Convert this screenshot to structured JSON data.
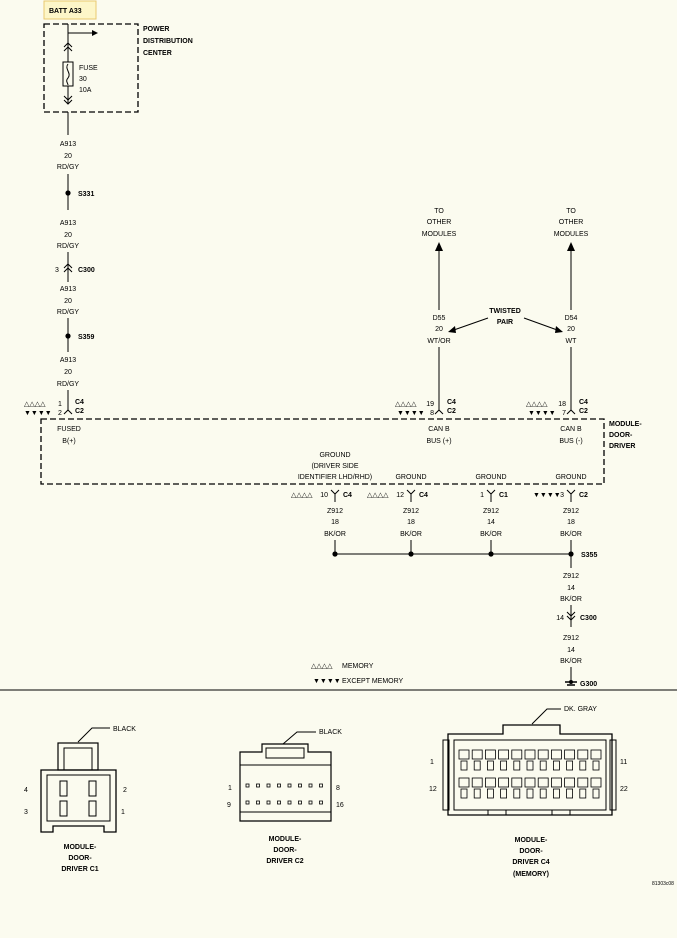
{
  "batt": "BATT A33",
  "pdc": [
    "POWER",
    "DISTRIBUTION",
    "CENTER"
  ],
  "fuse": [
    "FUSE",
    "30",
    "10A"
  ],
  "wire_a913": [
    "A913",
    "20",
    "RD/GY"
  ],
  "s331": "S331",
  "s359": "S359",
  "c300_top": {
    "pin": "3",
    "name": "C300"
  },
  "fused": {
    "pin_c4": "1",
    "pin_c2": "2",
    "c4": "C4",
    "c2": "C2",
    "label": [
      "FUSED",
      "B(+)"
    ]
  },
  "to_other": [
    "TO",
    "OTHER",
    "MODULES"
  ],
  "twisted": [
    "TWISTED",
    "PAIR"
  ],
  "d55": [
    "D55",
    "20",
    "WT/OR"
  ],
  "d54": [
    "D54",
    "20",
    "WT"
  ],
  "canp": {
    "pin_c4": "19",
    "pin_c2": "8",
    "c4": "C4",
    "c2": "C2",
    "label": [
      "CAN B",
      "BUS (+)"
    ]
  },
  "canm": {
    "pin_c4": "18",
    "pin_c2": "7",
    "c4": "C4",
    "c2": "C2",
    "label": [
      "CAN B",
      "BUS (-)"
    ]
  },
  "module": [
    "MODULE-",
    "DOOR-",
    "DRIVER"
  ],
  "gnd1": {
    "label": [
      "GROUND",
      "(DRIVER SIDE",
      "IDENTIFIER LHD/RHD)"
    ],
    "pin": "10",
    "conn": "C4",
    "wire": [
      "Z912",
      "18",
      "BK/OR"
    ]
  },
  "gnd2": {
    "label": "GROUND",
    "pin": "12",
    "conn": "C4",
    "wire": [
      "Z912",
      "18",
      "BK/OR"
    ]
  },
  "gnd3": {
    "label": "GROUND",
    "pin": "1",
    "conn": "C1",
    "wire": [
      "Z912",
      "14",
      "BK/OR"
    ]
  },
  "gnd4": {
    "label": "GROUND",
    "pin": "3",
    "conn": "C2",
    "wire": [
      "Z912",
      "18",
      "BK/OR"
    ]
  },
  "s355": "S355",
  "wire_z912_14": [
    "Z912",
    "14",
    "BK/OR"
  ],
  "c300_bot": {
    "pin": "14",
    "name": "C300"
  },
  "g300": "G300",
  "legend": {
    "memory_sym": "△△△△",
    "memory": "MEMORY",
    "except_sym": "▼▼▼▼",
    "except": "EXCEPT MEMORY"
  },
  "c1": {
    "color": "BLACK",
    "pins": [
      "4",
      "2",
      "3",
      "1"
    ],
    "title": [
      "MODULE-",
      "DOOR-",
      "DRIVER C1"
    ]
  },
  "c2conn": {
    "color": "BLACK",
    "pins": [
      "1",
      "8",
      "9",
      "16"
    ],
    "title": [
      "MODULE-",
      "DOOR-",
      "DRIVER C2"
    ]
  },
  "c4conn": {
    "color": "DK. GRAY",
    "pins": [
      "1",
      "11",
      "12",
      "22"
    ],
    "title": [
      "MODULE-",
      "DOOR-",
      "DRIVER C4",
      "(MEMORY)"
    ]
  },
  "fig_id": "81303c08"
}
